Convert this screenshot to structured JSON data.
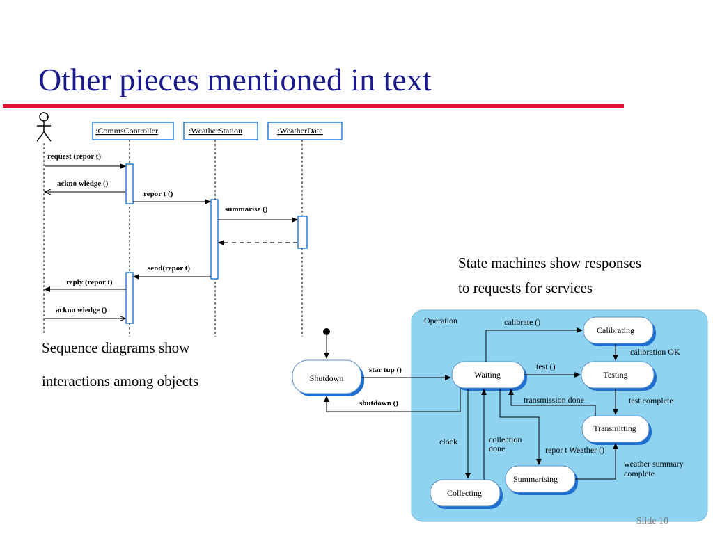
{
  "title": "Other pieces mentioned in text",
  "captions": {
    "state_line1": "State machines show responses",
    "state_line2": "to requests for services",
    "seq_line1": "Sequence diagrams show",
    "seq_line2": "interactions among objects"
  },
  "sequence": {
    "objects": [
      ":CommsController",
      ":WeatherStation",
      ":WeatherData"
    ],
    "messages": {
      "request": "request (repor   t)",
      "acknowledge1": "ackno wledge ()",
      "report": "repor t ()",
      "summarise": "summarise ()",
      "send": "send(repor   t)",
      "reply": "reply (repor t)",
      "acknowledge2": "ackno wledge ()"
    }
  },
  "state": {
    "region_label": "Operation",
    "states": {
      "shutdown": "Shutdown",
      "waiting": "Waiting",
      "calibrating": "Calibrating",
      "testing": "Testing",
      "transmitting": "Transmitting",
      "summarising": "Summarising",
      "collecting": "Collecting"
    },
    "transitions": {
      "startup": "star tup ()",
      "shutdown": "shutdown ()",
      "calibrate": "calibrate ()",
      "test": "test ()",
      "calibration_ok": "calibration OK",
      "test_complete": "test complete",
      "transmission_done": "transmission done",
      "clock": "clock",
      "collection_done_1": "collection",
      "collection_done_2": "done",
      "report_weather": "repor t Weather ()",
      "weather_summary_1": "weather summary",
      "weather_summary_2": "complete"
    }
  },
  "slide_number": "Slide 10",
  "colors": {
    "title": "#1a1a8c",
    "rule": "#e2142d",
    "region": "#8fd3f0",
    "state_fill": "#ffffff",
    "state_shadow": "#1f6fd0",
    "activation": "#2a7fd4"
  }
}
